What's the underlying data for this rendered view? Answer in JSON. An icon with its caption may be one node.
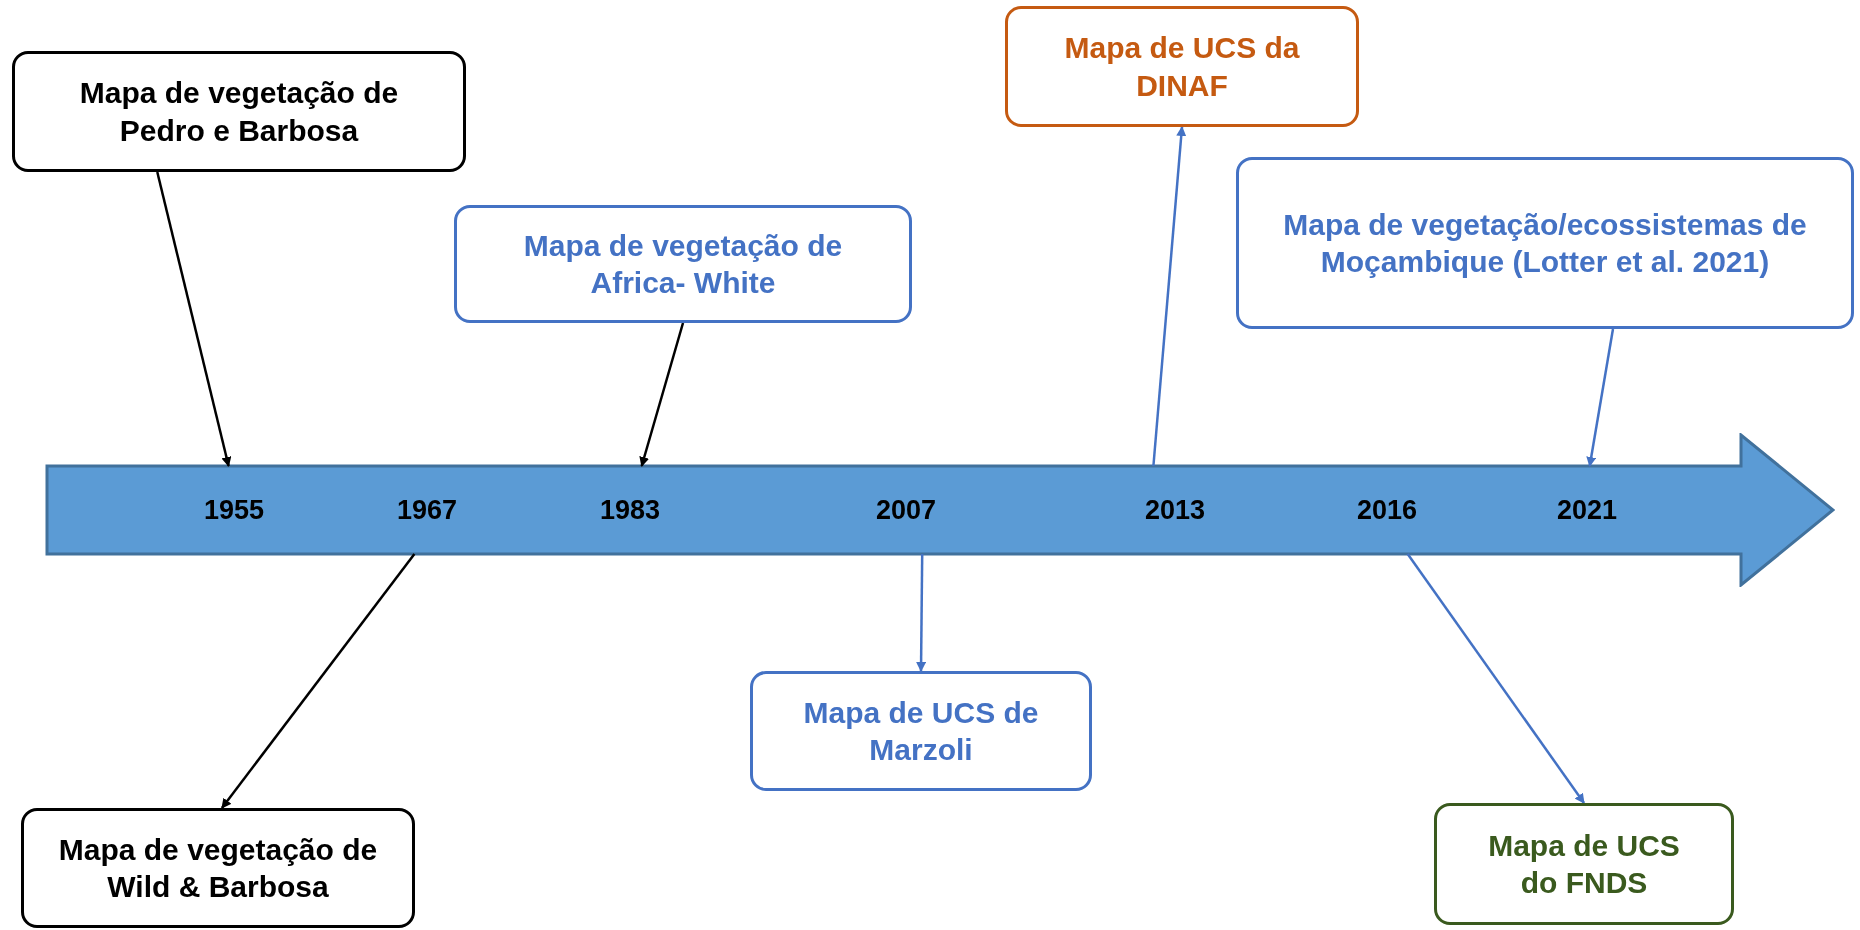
{
  "diagram": {
    "nodes": [
      {
        "text": [],
        "shape": "arrow"
      },
      {
        "text": [
          "1955"
        ],
        "in": 0
      },
      {
        "text": [
          "1967"
        ],
        "in": 0
      },
      {
        "text": [
          "1983"
        ],
        "in": 0
      },
      {
        "text": [
          "2007"
        ],
        "in": 0
      },
      {
        "text": [
          "2013"
        ],
        "in": 0
      },
      {
        "text": [
          "2016"
        ],
        "in": 0
      },
      {
        "text": [
          "2021"
        ],
        "in": 0
      },
      {
        "text": [
          "Mapa de vegetação de Pedro e Barbosa"
        ]
      },
      {
        "text": [
          "Mapa de vegetação de Africa- White"
        ]
      },
      {
        "text": [
          "Mapa de UCS da DINAF"
        ]
      },
      {
        "text": [
          "Mapa de vegetação/ecossistemas de Moçambique (Lotter et al. 2021)"
        ]
      },
      {
        "text": [
          "Mapa de UCS de Marzoli"
        ]
      },
      {
        "text": [
          "Mapa de vegetação de Wild & Barbosa"
        ]
      },
      {
        "text": [
          "Mapa de UCS do FNDS"
        ]
      }
    ],
    "edges": [
      {
        "from": 8,
        "to": 1,
        "arrow": "to",
        "color": "#000000"
      },
      {
        "from": 9,
        "to": 3,
        "arrow": "to",
        "color": "#000000"
      },
      {
        "from": 2,
        "to": 13,
        "arrow": "to",
        "color": "#000000"
      },
      {
        "from": 4,
        "to": 12,
        "arrow": "to"
      },
      {
        "from": 5,
        "to": 10,
        "arrow": "to"
      },
      {
        "from": 11,
        "to": 7,
        "arrow": "to"
      },
      {
        "from": 6,
        "to": 14,
        "arrow": "to"
      }
    ]
  }
}
